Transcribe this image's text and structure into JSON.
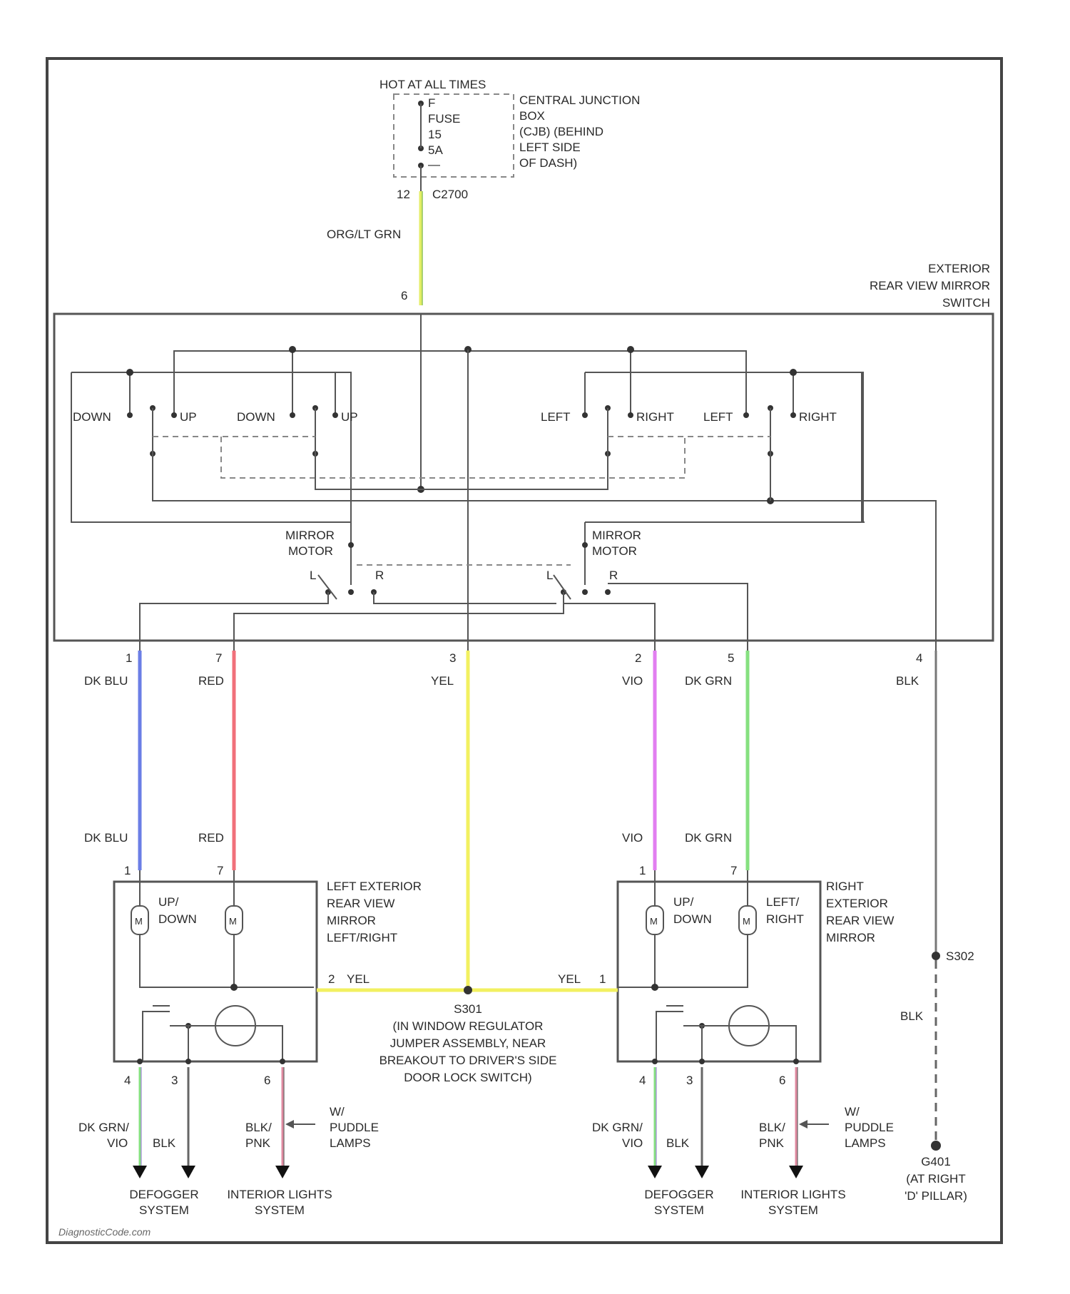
{
  "fuse_box": {
    "hot_label": "HOT AT ALL TIMES",
    "fuse_lines": [
      "F",
      "FUSE",
      "15",
      "5A",
      "—"
    ],
    "name_lines": [
      "CENTRAL JUNCTION",
      "BOX",
      "(CJB) (BEHIND",
      "LEFT SIDE",
      "OF DASH)"
    ],
    "pin": "12",
    "connector": "C2700"
  },
  "feed_wire": "ORG/LT GRN",
  "switch": {
    "name_lines": [
      "EXTERIOR",
      "REAR VIEW MIRROR",
      "SWITCH"
    ],
    "input_pin": "6",
    "contacts_left": [
      "DOWN",
      "UP",
      "DOWN",
      "UP"
    ],
    "contacts_right": [
      "LEFT",
      "RIGHT",
      "LEFT",
      "RIGHT"
    ],
    "mirror_motor": [
      "MIRROR",
      "MOTOR"
    ],
    "selector_left": "L",
    "selector_right": "R"
  },
  "wires": [
    {
      "pin": "1",
      "color": "DK BLU",
      "bottom_label": "DK BLU",
      "hex": "#6b7ee6"
    },
    {
      "pin": "7",
      "color": "RED",
      "bottom_label": "RED",
      "hex": "#f0707a"
    },
    {
      "pin": "3",
      "color": "YEL",
      "bottom_label": "",
      "hex": "#f2f060"
    },
    {
      "pin": "2",
      "color": "VIO",
      "bottom_label": "VIO",
      "hex": "#e27ef0"
    },
    {
      "pin": "5",
      "color": "DK GRN",
      "bottom_label": "DK GRN",
      "hex": "#86e080"
    },
    {
      "pin": "4",
      "color": "BLK",
      "bottom_label": "",
      "hex": "#777777"
    }
  ],
  "left_mirror": {
    "name_lines": [
      "LEFT EXTERIOR",
      "REAR VIEW",
      "MIRROR",
      "LEFT/RIGHT"
    ],
    "pin_a": "1",
    "pin_b": "7",
    "motor_a": [
      "UP/",
      "DOWN"
    ],
    "yel_pin": "2",
    "yel_label": "YEL",
    "bottom_pins": [
      "4",
      "3",
      "6"
    ]
  },
  "right_mirror": {
    "name_lines": [
      "RIGHT",
      "EXTERIOR",
      "REAR VIEW",
      "MIRROR"
    ],
    "pin_a": "1",
    "pin_b": "7",
    "motor_a": [
      "UP/",
      "DOWN"
    ],
    "motor_b": [
      "LEFT/",
      "RIGHT"
    ],
    "yel_pin": "1",
    "yel_label": "YEL",
    "bottom_pins": [
      "4",
      "3",
      "6"
    ]
  },
  "splice": {
    "name": "S301",
    "desc_lines": [
      "(IN WINDOW REGULATOR",
      "JUMPER ASSEMBLY, NEAR",
      "BREAKOUT TO DRIVER'S SIDE",
      "DOOR LOCK SWITCH)"
    ]
  },
  "ground": {
    "splice": "S302",
    "wire": "BLK",
    "name_lines": [
      "G401",
      "(AT RIGHT",
      "'D' PILLAR)"
    ]
  },
  "bottom": {
    "dkgrn_vio": [
      "DK GRN/",
      "VIO"
    ],
    "blk": "BLK",
    "blk_pnk": [
      "BLK/",
      "PNK"
    ],
    "puddle": [
      "W/",
      "PUDDLE",
      "LAMPS"
    ],
    "defogger": [
      "DEFOGGER",
      "SYSTEM"
    ],
    "interior": [
      "INTERIOR LIGHTS",
      "SYSTEM"
    ]
  },
  "watermark": "DiagnosticCode.com"
}
